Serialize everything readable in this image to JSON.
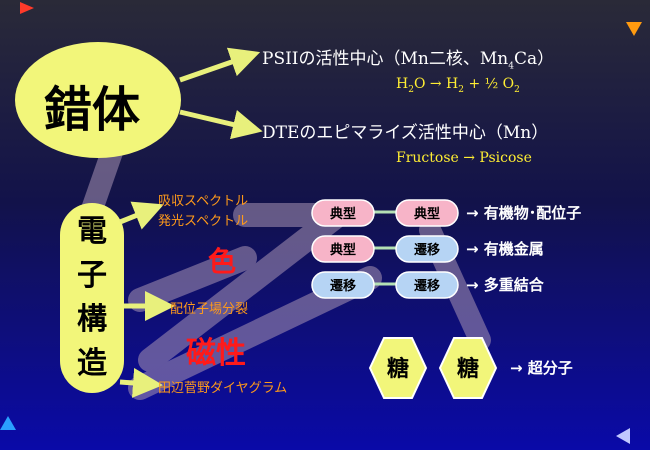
{
  "title": "錯体",
  "topics": {
    "psii": "PSIIの活性中心（Mn二核、Mn4Ca）",
    "psii_parts": [
      "PSIIの活性中心（Mn二核、Mn",
      "4",
      "Ca）"
    ],
    "psii_reaction": "H2O → H2 + ½ O2",
    "psii_reaction_parts": [
      "H",
      "2",
      "O → H",
      "2",
      " + ½ O",
      "2"
    ],
    "dte": "DTEのエピマライズ活性中心（Mn）",
    "dte_reaction": "Fructose → Psicose"
  },
  "electronic_structure": {
    "label_chars": [
      "電",
      "子",
      "構",
      "造"
    ],
    "items": [
      "吸収スペクトル",
      "発光スペクトル",
      "配位子場分裂",
      "田辺菅野ダイヤグラム"
    ]
  },
  "properties": {
    "color": "色",
    "magnetism": "磁性"
  },
  "combinations": [
    {
      "left": "典型",
      "right": "典型",
      "result": "→ 有機物･配位子"
    },
    {
      "left": "典型",
      "right": "遷移",
      "result": "→ 有機金属"
    },
    {
      "left": "遷移",
      "right": "遷移",
      "result": "→ 多重結合"
    }
  ],
  "sugar": {
    "left": "糖",
    "right": "糖",
    "result": "→ 超分子"
  },
  "colors": {
    "ellipse": "#f2f67a",
    "pill_typical": "#f7b4c8",
    "pill_transition": "#b6d4f4",
    "arrow": "#e8f07c",
    "connector": "#9a8aa8"
  }
}
